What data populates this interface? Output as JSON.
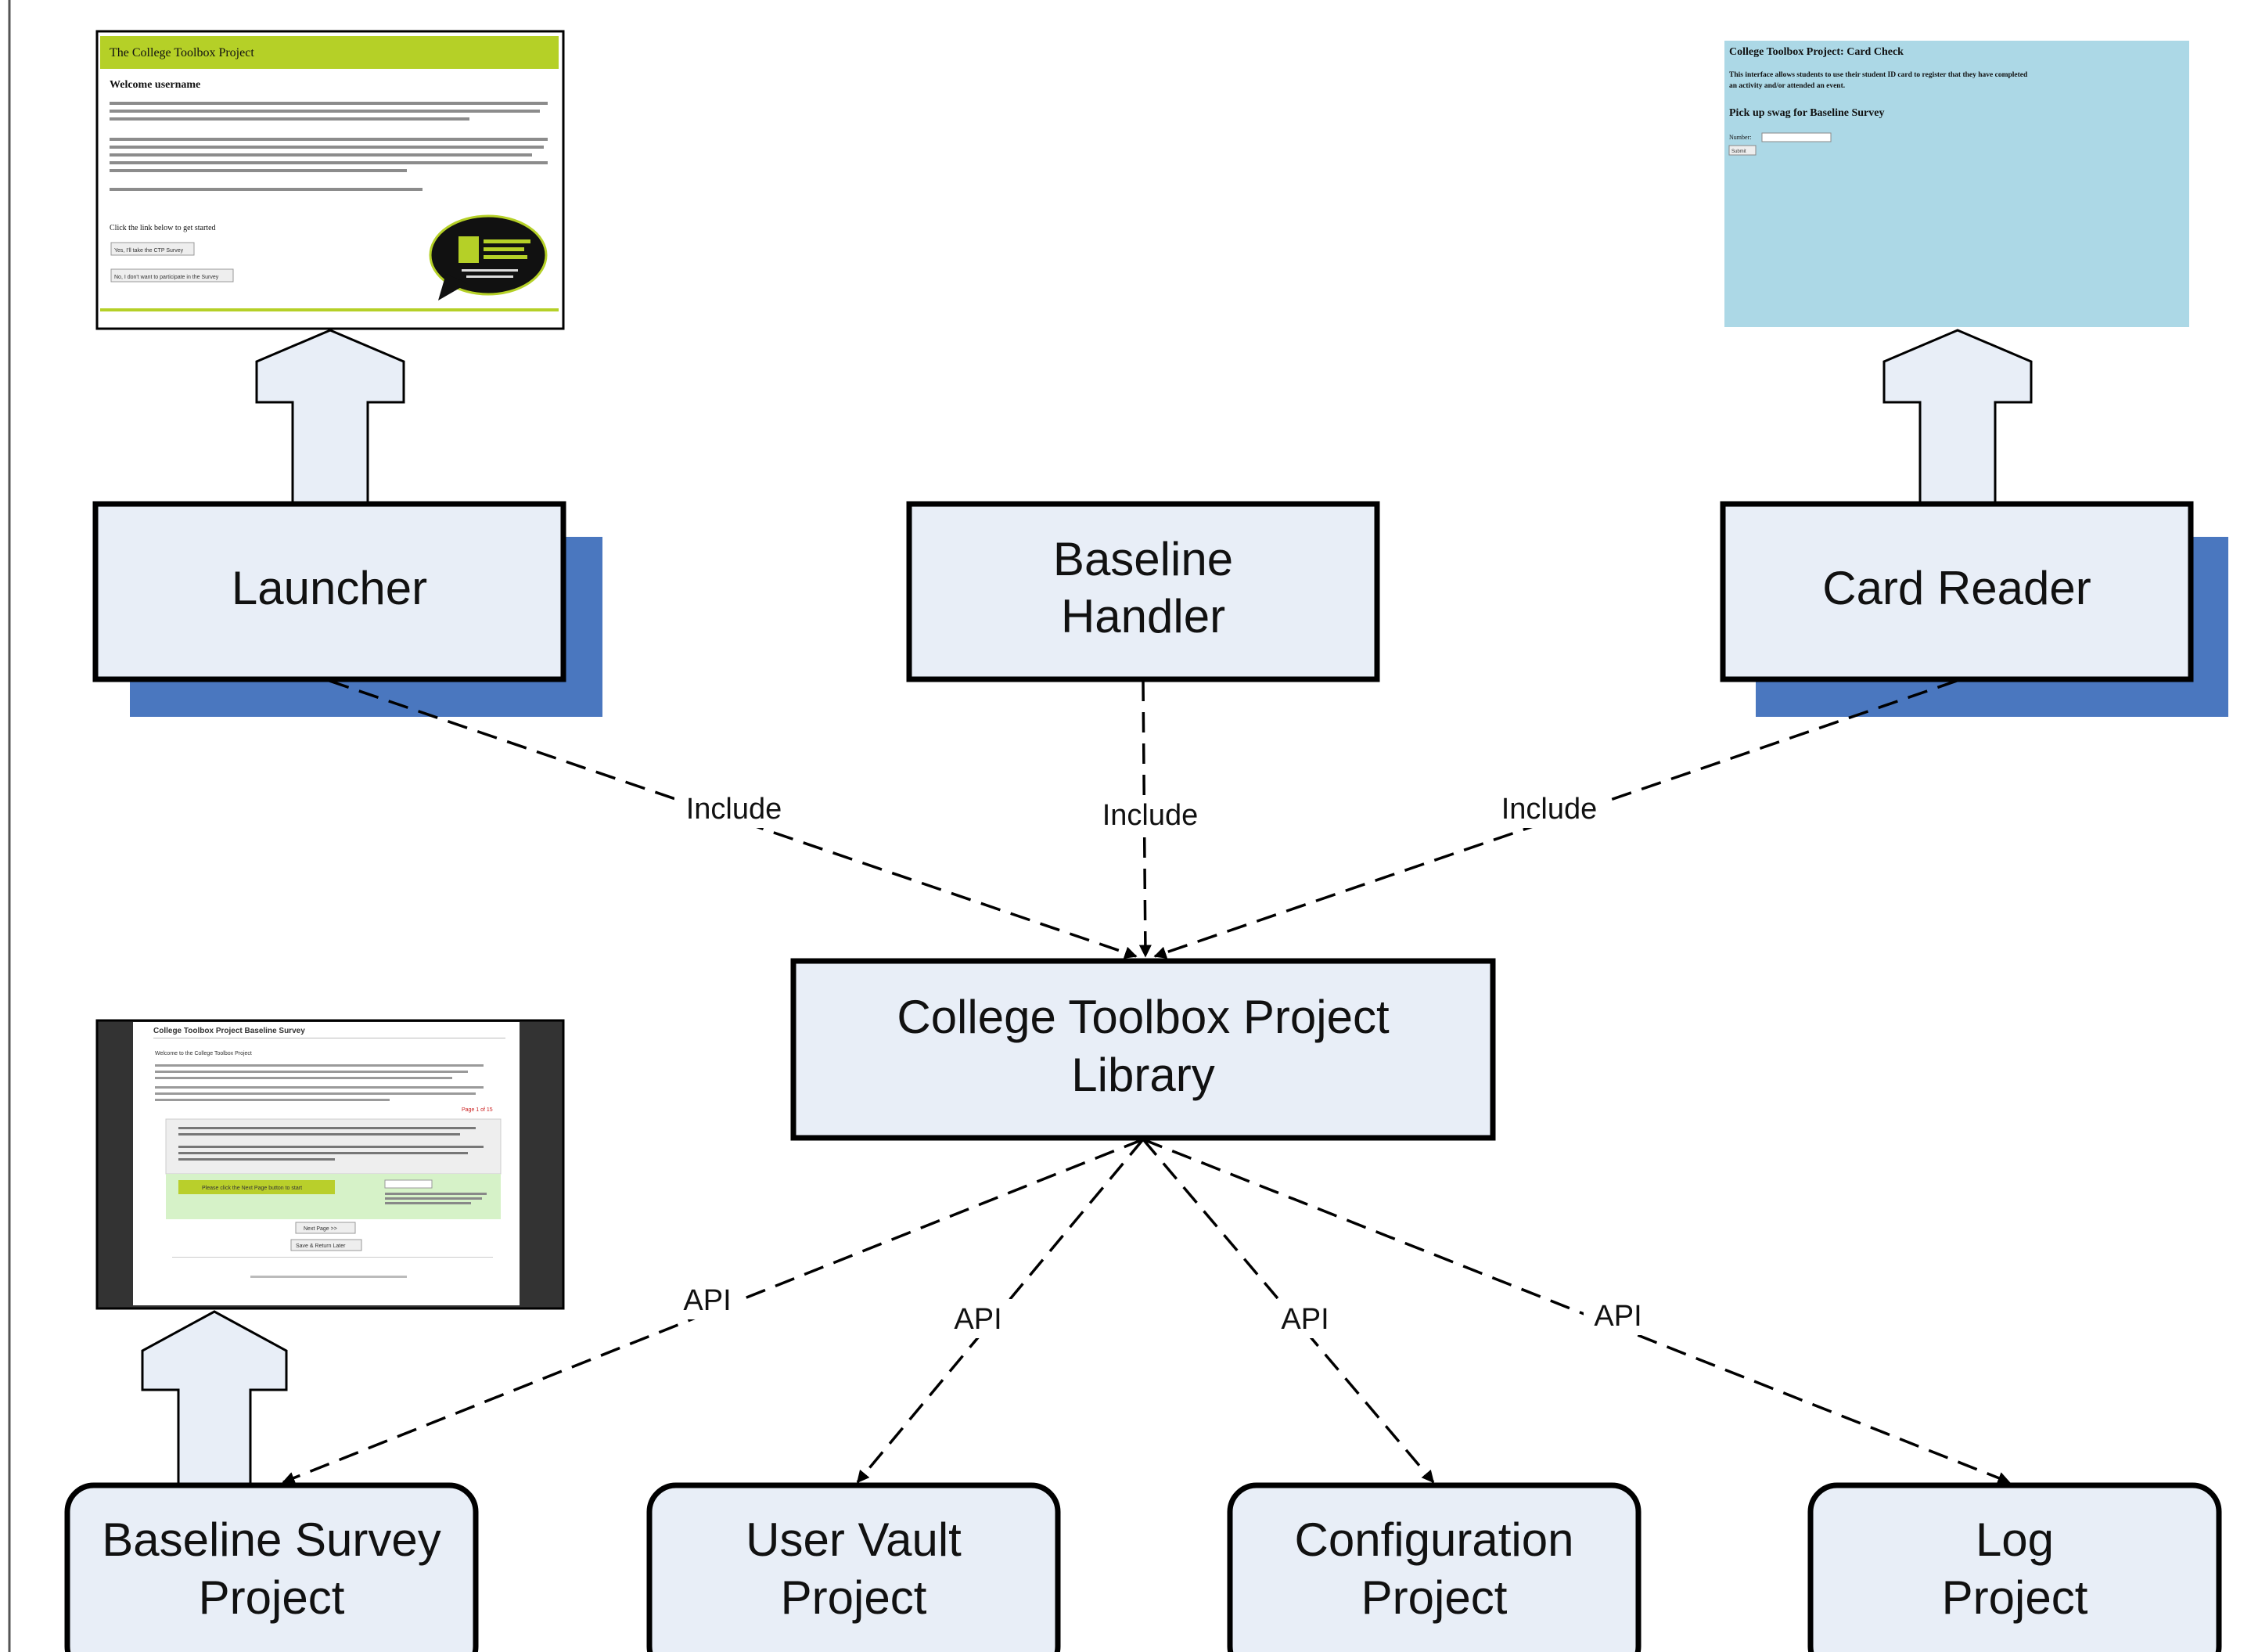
{
  "colors": {
    "box_fill": "#e8eef7",
    "box_stroke": "#000000",
    "shadow": "#4a77bf",
    "arrow_fill": "#e8eef7",
    "launcher_header": "#b5d027",
    "card_reader_bg": "#acd8e6",
    "survey_green": "#d6f2c8",
    "survey_button": "#b9cf2b"
  },
  "nodes": {
    "launcher": {
      "label": "Launcher"
    },
    "baseline_handler": {
      "line1": "Baseline",
      "line2": "Handler"
    },
    "card_reader": {
      "label": "Card Reader"
    },
    "library": {
      "line1": "College Toolbox Project",
      "line2": "Library"
    },
    "baseline_survey": {
      "line1": "Baseline Survey",
      "line2": "Project"
    },
    "user_vault": {
      "line1": "User Vault",
      "line2": "Project"
    },
    "configuration": {
      "line1": "Configuration",
      "line2": "Project"
    },
    "log": {
      "line1": "Log",
      "line2": "Project"
    }
  },
  "edges": {
    "include_label": "Include",
    "api_label": "API"
  },
  "screens": {
    "launcher": {
      "header": "The College Toolbox Project",
      "heading": "Welcome username",
      "prompt": "Click the link below to get started",
      "button1": "Yes, I'll take the CTP Survey",
      "button2": "No, I don't want to participate in the Survey"
    },
    "card_reader": {
      "title": "College Toolbox Project: Card Check",
      "description": "This interface allows students to use their student ID card to register that they have completed an activity and/or attended an event.",
      "heading": "Pick up swag for Baseline Survey",
      "field_label": "Number:",
      "button": "Submit"
    },
    "baseline_survey": {
      "title": "College Toolbox Project Baseline Survey",
      "welcome": "Welcome to the College Toolbox Project",
      "page_indicator": "Page 1 of 15",
      "green_button": "Please click the Next Page button to start",
      "next_button": "Next Page >>",
      "save_button": "Save & Return Later"
    }
  }
}
